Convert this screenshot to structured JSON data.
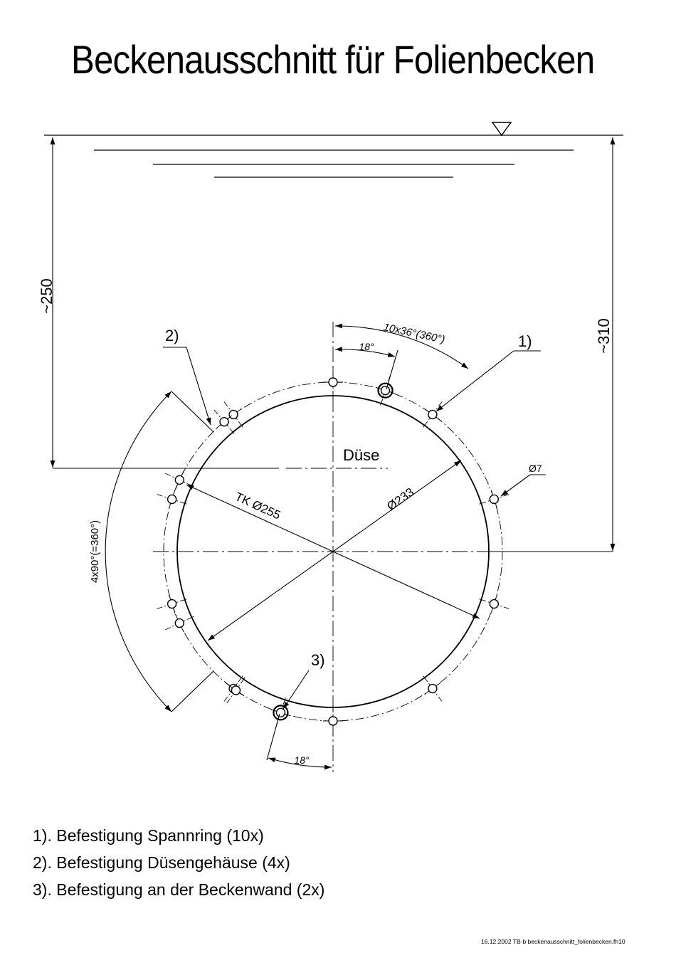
{
  "title": "Beckenausschnitt für Folienbecken",
  "drawing": {
    "dim_left": "~250",
    "dim_right": "~310",
    "callout_1": "1)",
    "callout_2": "2)",
    "callout_3": "3)",
    "angle_top": "10x36°(360°)",
    "angle_18_top": "18°",
    "angle_18_bottom": "18°",
    "angle_left": "4x90°(=360°)",
    "nozzle_label": "Düse",
    "tk_label": "TK Ø255",
    "dia_label": "Ø233",
    "hole_label": "Ø7"
  },
  "legend": [
    "1). Befestigung Spannring (10x)",
    "2). Befestigung Düsengehäuse (4x)",
    "3). Befestigung an der Beckenwand (2x)"
  ],
  "footer": "16.12.2002  TB-b  beckenausschnitt_folienbecken.fh10"
}
